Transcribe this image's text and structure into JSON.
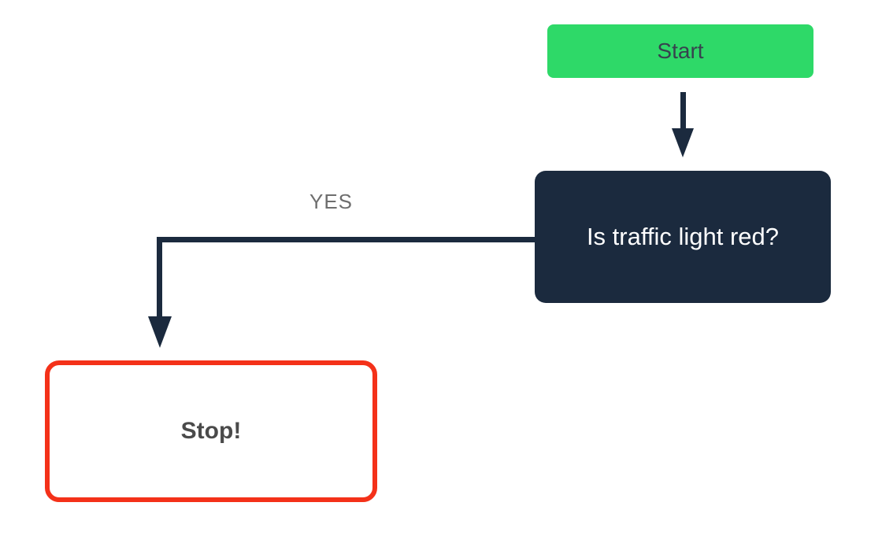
{
  "flowchart": {
    "nodes": [
      {
        "id": "start",
        "type": "start",
        "label": "Start"
      },
      {
        "id": "decision",
        "type": "decision",
        "label": "Is traffic light red?"
      },
      {
        "id": "stop",
        "type": "end",
        "label": "Stop!"
      }
    ],
    "edges": [
      {
        "from": "start",
        "to": "decision",
        "label": ""
      },
      {
        "from": "decision",
        "to": "stop",
        "label": "YES"
      }
    ],
    "colors": {
      "start_fill": "#2ED968",
      "start_text": "#37424E",
      "decision_fill": "#1B2A3E",
      "decision_text": "#FFFFFF",
      "stop_fill": "#FFFFFF",
      "stop_border": "#F43119",
      "stop_text": "#4A4A4A",
      "connector": "#1B2A3E",
      "edge_label_text": "#6E6E6E"
    }
  }
}
